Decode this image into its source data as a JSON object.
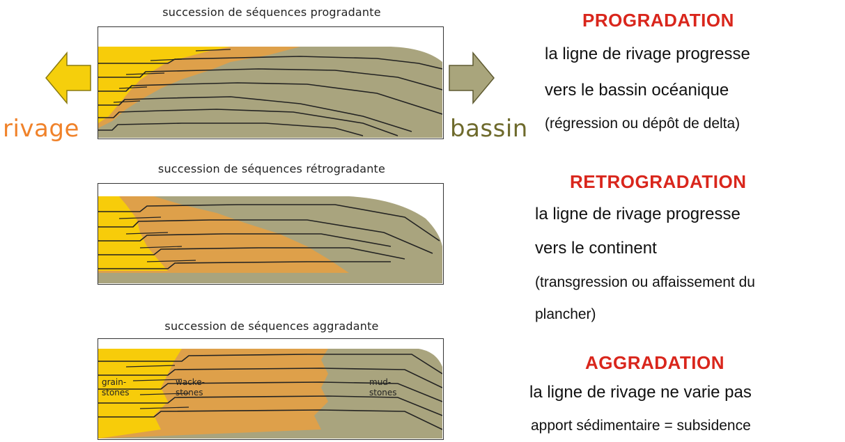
{
  "colors": {
    "grainstone": "#f7cc0a",
    "wackestone": "#dea04a",
    "mudstone": "#a9a47e",
    "heading_red": "#d9261c",
    "rivage_orange": "#f0822a",
    "bassin_olive": "#6e6a2c",
    "arrow_yellow": "#f5cf0c",
    "arrow_olive": "#a9a57c"
  },
  "panels": [
    {
      "caption": "succession de séquences progradante",
      "heading": "PROGRADATION",
      "lines": [
        "la ligne de rivage progresse",
        "vers le bassin océanique",
        "(régression ou dépôt de delta)"
      ]
    },
    {
      "caption": "succession de séquences rétrogradante",
      "heading": "RETROGRADATION",
      "lines": [
        "la ligne de rivage progresse",
        "vers le continent",
        "(transgression ou affaissement du",
        "plancher)"
      ]
    },
    {
      "caption": "succession de séquences aggradante",
      "heading": "AGGRADATION",
      "lines": [
        "la ligne de rivage ne varie pas",
        "apport sédimentaire = subsidence"
      ]
    }
  ],
  "side_labels": {
    "left": "rivage",
    "right": "bassin"
  },
  "rock_labels": {
    "grain": [
      "grain-",
      "stones"
    ],
    "wacke": [
      "wacke-",
      "stones"
    ],
    "mud": [
      "mud-",
      "stones"
    ]
  },
  "icons": {
    "left_arrow": "arrow-left-icon",
    "right_arrow": "arrow-right-icon"
  }
}
